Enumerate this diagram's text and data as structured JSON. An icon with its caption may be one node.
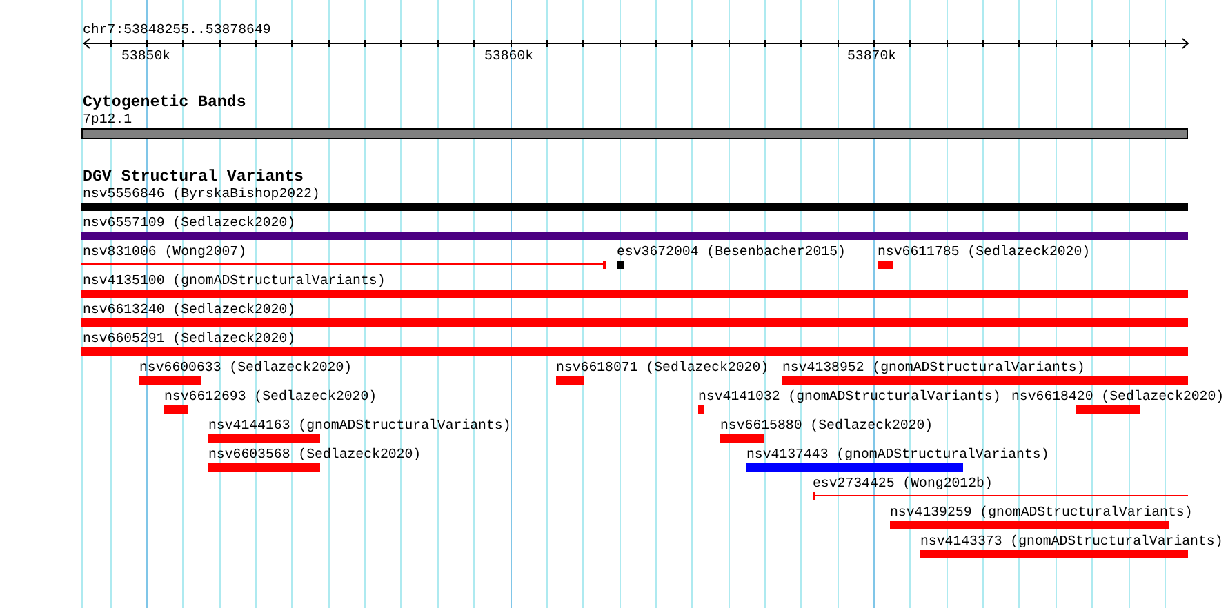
{
  "diagram": {
    "nodes": [
      {
        "text": [
          "7p12.1"
        ]
      },
      {
        "text": [
          "nsv5556846 (ByrskaBishop2022)"
        ]
      },
      {
        "text": [
          "nsv6557109 (Sedlazeck2020)"
        ]
      },
      {
        "text": [
          "nsv831006 (Wong2007)"
        ]
      },
      {
        "text": [
          "esv3672004 (Besenbacher2015)"
        ]
      },
      {
        "text": [
          "nsv6611785 (Sedlazeck2020)"
        ]
      },
      {
        "text": [
          "nsv4135100 (gnomADStructuralVariants)"
        ]
      },
      {
        "text": [
          "nsv6613240 (Sedlazeck2020)"
        ]
      },
      {
        "text": [
          "nsv6605291 (Sedlazeck2020)"
        ]
      },
      {
        "text": [
          "nsv6600633 (Sedlazeck2020)"
        ]
      },
      {
        "text": [
          "nsv6618071 (Sedlazeck2020)"
        ]
      },
      {
        "text": [
          "nsv4138952 (gnomADStructuralVariants)"
        ]
      },
      {
        "text": [
          "nsv6612693 (Sedlazeck2020)"
        ]
      },
      {
        "text": [
          "nsv4141032 (gnomADStructuralVariants)"
        ]
      },
      {
        "text": [
          "nsv6618420 (Sedlazeck2020)"
        ]
      },
      {
        "text": [
          "nsv4144163 (gnomADStructuralVariants)"
        ]
      },
      {
        "text": [
          "nsv6615880 (Sedlazeck2020)"
        ]
      },
      {
        "text": [
          "nsv6603568 (Sedlazeck2020)"
        ]
      },
      {
        "text": [
          "nsv4137443 (gnomADStructuralVariants)"
        ]
      },
      {
        "text": [
          "esv2734425 (Wong2012b)"
        ]
      },
      {
        "text": [
          "nsv4139259 (gnomADStructuralVariants)"
        ]
      },
      {
        "text": [
          "nsv4143373 (gnomADStructuralVariants)"
        ]
      }
    ],
    "labels": [
      "chr7:53848255..53878649",
      "53850k",
      "53860k",
      "53870k",
      "Cytogenetic Bands",
      "DGV Structural Variants"
    ]
  }
}
